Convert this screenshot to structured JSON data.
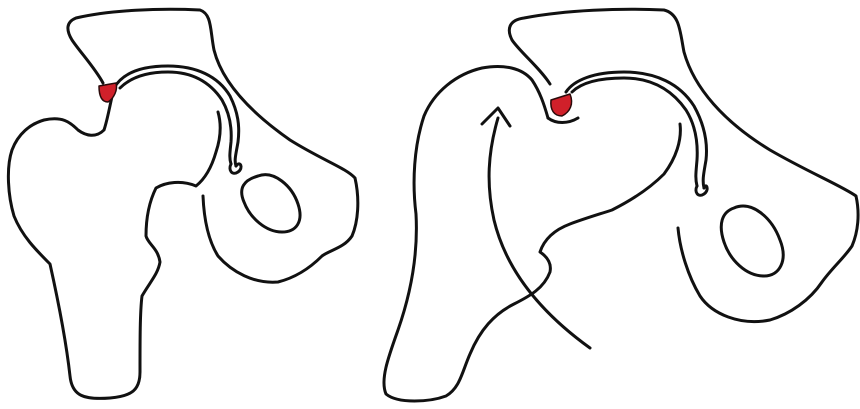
{
  "figure": {
    "panels": [
      {
        "id": "left-panel",
        "parts": [
          "pelvis-outline",
          "femur-outline",
          "obturator-foramen",
          "impingement-highlight"
        ]
      },
      {
        "id": "right-panel",
        "parts": [
          "pelvis-outline",
          "femur-outline",
          "obturator-foramen",
          "impingement-highlight",
          "rotation-arrow"
        ]
      }
    ],
    "colors": {
      "outline": "#111111",
      "highlight": "#d0202a",
      "background": "#ffffff"
    },
    "icons": {
      "motion_indicator": "curved-arrow-icon"
    }
  }
}
